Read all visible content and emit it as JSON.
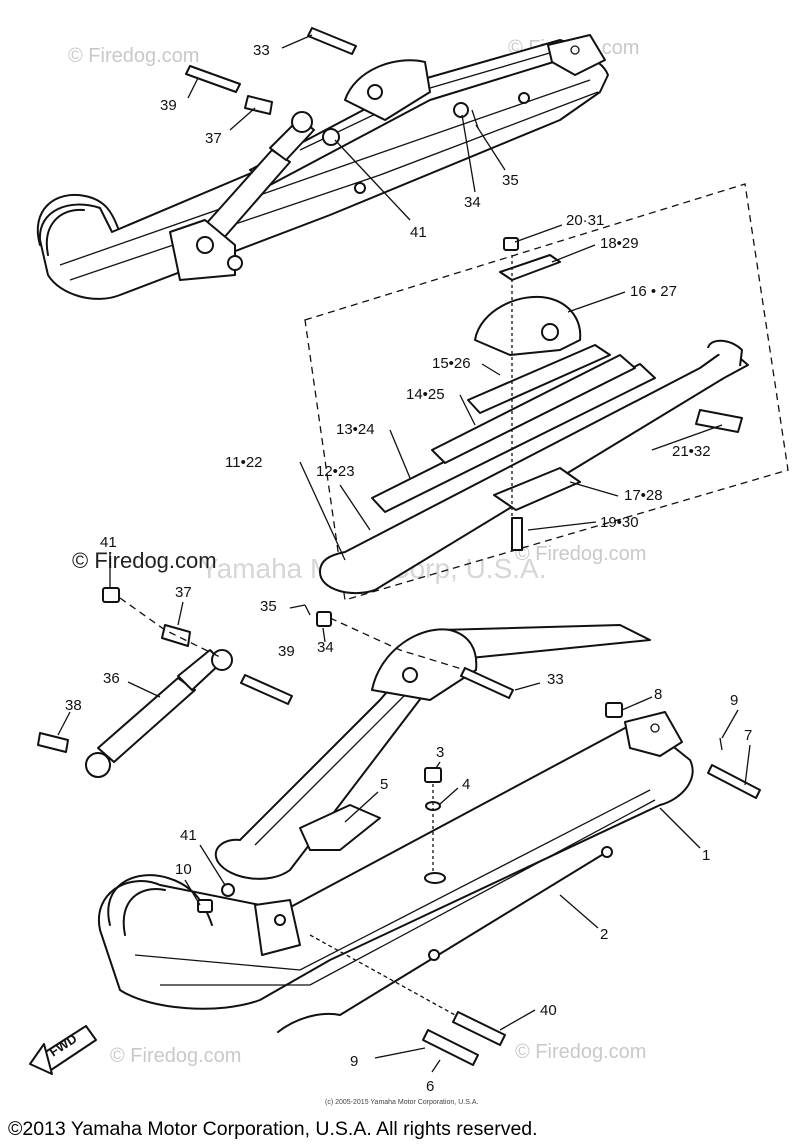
{
  "watermarks": {
    "firedog": "© Firedog.com",
    "yamaha": "Yamaha Motor Corp, U.S.A."
  },
  "labels": {
    "p33_top": "33",
    "p39_top": "39",
    "p37_top": "37",
    "p41_top": "41",
    "p34_top": "34",
    "p35_top": "35",
    "p20_31": "20·31",
    "p18_29": "18•29",
    "p16_27": "16 • 27",
    "p15_26": "15•26",
    "p14_25": "14•25",
    "p13_24": "13•24",
    "p11_22": "11•22",
    "p12_23": "12•23",
    "p21_32": "21•32",
    "p17_28": "17•28",
    "p19_30": "19•30",
    "p41_mid": "41",
    "p37_mid": "37",
    "p35_mid": "35",
    "p34_mid": "34",
    "p39_mid": "39",
    "p36": "36",
    "p33_mid": "33",
    "p38": "38",
    "p8": "8",
    "p9_right": "9",
    "p7": "7",
    "p3": "3",
    "p4": "4",
    "p5": "5",
    "p1": "1",
    "p41_low": "41",
    "p10": "10",
    "p2": "2",
    "p40": "40",
    "p9_low": "9",
    "p6": "6",
    "fwd": "FWD"
  },
  "small_copyright": "(c) 2005-2015 Yamaha Motor Corporation, U.S.A.",
  "footer_copyright": "©2013 Yamaha Motor Corporation, U.S.A. All rights reserved."
}
